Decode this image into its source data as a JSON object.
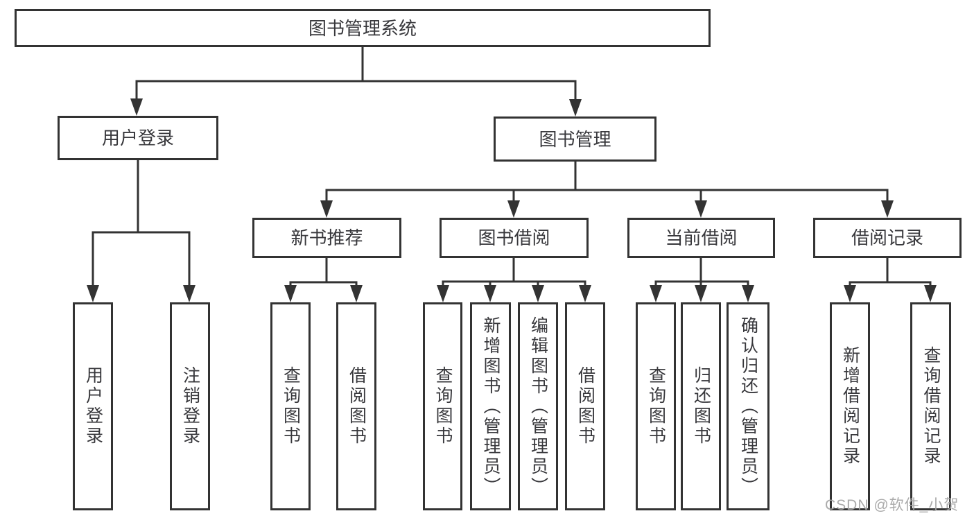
{
  "diagram_type": "functional-structure-tree",
  "root_label": "图书管理系统",
  "level2": [
    {
      "label": "用户登录"
    },
    {
      "label": "图书管理"
    }
  ],
  "level3": [
    {
      "label": "新书推荐"
    },
    {
      "label": "图书借阅"
    },
    {
      "label": "当前借阅"
    },
    {
      "label": "借阅记录"
    }
  ],
  "leaves": {
    "user_login": [
      "用户登录",
      "注销登录"
    ],
    "new_book_rec": [
      "查询图书",
      "借阅图书"
    ],
    "book_borrow": [
      "查询图书",
      "新增图书（管理员）",
      "编辑图书（管理员）",
      "借阅图书"
    ],
    "current_borrow": [
      "查询图书",
      "归还图书",
      "确认归还（管理员）"
    ],
    "borrow_records": [
      "新增借阅记录",
      "查询借阅记录"
    ]
  },
  "watermark": "CSDN @软件_小贺同学",
  "colors": {
    "line": "#333333",
    "text": "#38383c",
    "background": "#ffffff",
    "watermark": "#a5a5a5"
  }
}
